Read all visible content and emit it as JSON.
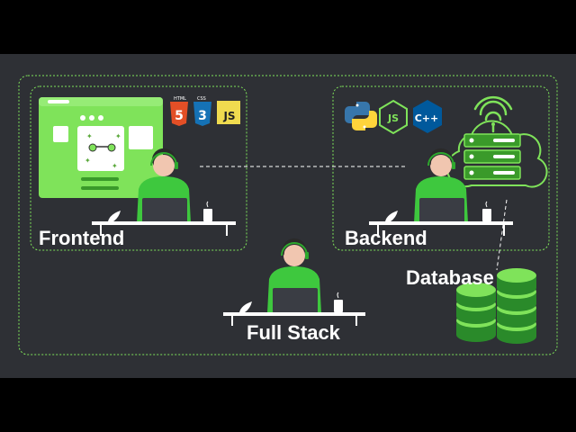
{
  "sections": {
    "frontend": {
      "label": "Frontend"
    },
    "backend": {
      "label": "Backend"
    },
    "fullstack": {
      "label": "Full Stack"
    },
    "database": {
      "label": "Database"
    }
  },
  "badges": {
    "html": {
      "caption": "HTML",
      "glyph": "5"
    },
    "css": {
      "caption": "CSS",
      "glyph": "3"
    },
    "js": {
      "caption": "JS"
    },
    "nodejs": {
      "caption": "JS"
    },
    "cpp": {
      "caption": "C++"
    }
  },
  "icons": [
    "python-icon",
    "nodejs-icon",
    "cpp-icon",
    "wifi-icon",
    "server-icon",
    "database-icon",
    "html5-icon",
    "css3-icon",
    "javascript-icon"
  ],
  "colors": {
    "background": "#2e3035",
    "frame": "#000000",
    "accent": "#7fe35a",
    "accent_dark": "#3a9a2a",
    "html": "#e34f26",
    "css": "#1572b6",
    "js": "#f0db4f",
    "python_blue": "#3776ab",
    "python_yellow": "#ffd43b",
    "cpp": "#00599c"
  }
}
